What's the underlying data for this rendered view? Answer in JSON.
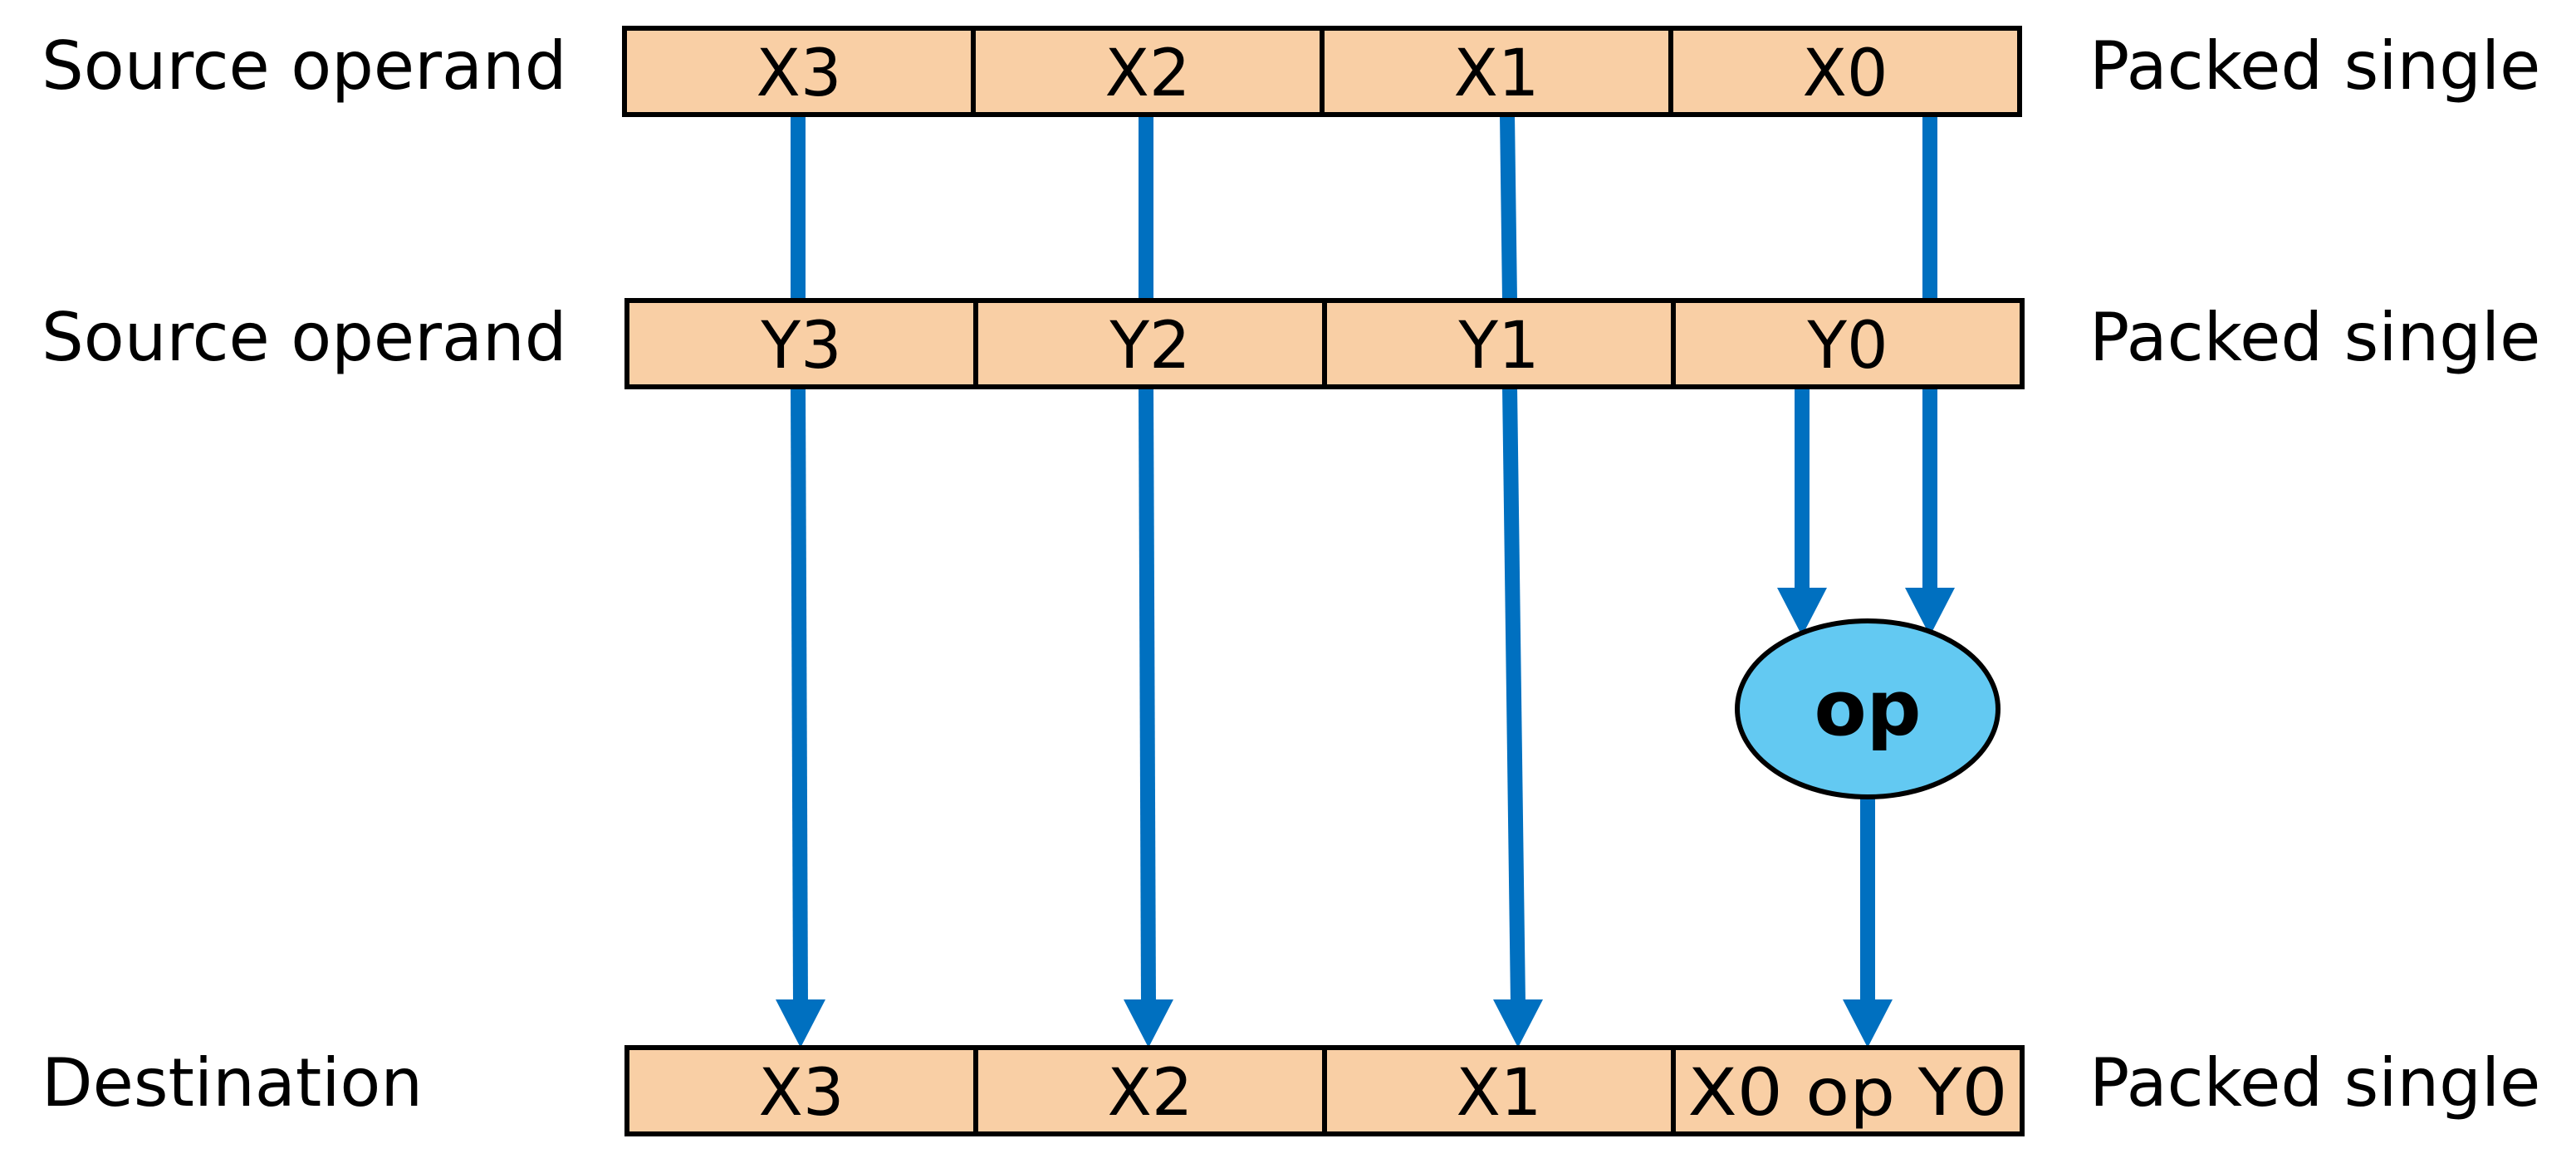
{
  "colors": {
    "cell_fill": "#f9cfa5",
    "arrow": "#0070c0",
    "op_fill": "#63c9f2",
    "outline": "#000000"
  },
  "rows": [
    {
      "id": "source-1",
      "label": "Source operand",
      "type_label": "Packed single",
      "cells": [
        "X3",
        "X2",
        "X1",
        "X0"
      ]
    },
    {
      "id": "source-2",
      "label": "Source operand",
      "type_label": "Packed single",
      "cells": [
        "Y3",
        "Y2",
        "Y1",
        "Y0"
      ]
    },
    {
      "id": "destination",
      "label": "Destination",
      "type_label": "Packed single",
      "cells": [
        "X3",
        "X2",
        "X1",
        "X0 op Y0"
      ]
    }
  ],
  "operation": {
    "label": "op"
  }
}
